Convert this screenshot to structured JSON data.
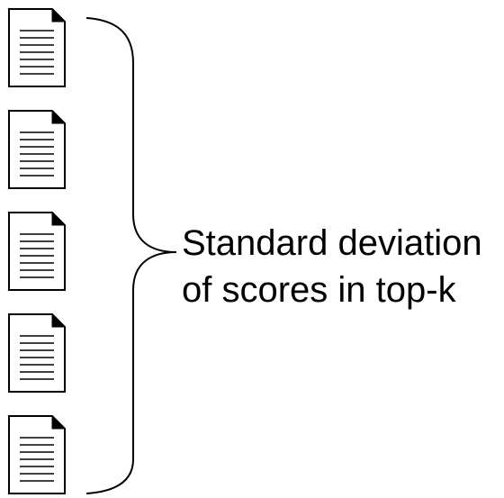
{
  "diagram": {
    "label_line1": "Standard deviation",
    "label_line2": "of scores in top-k",
    "document_count": 5,
    "icon": "document-icon",
    "stroke_color": "#000000",
    "fill_color": "#ffffff"
  }
}
